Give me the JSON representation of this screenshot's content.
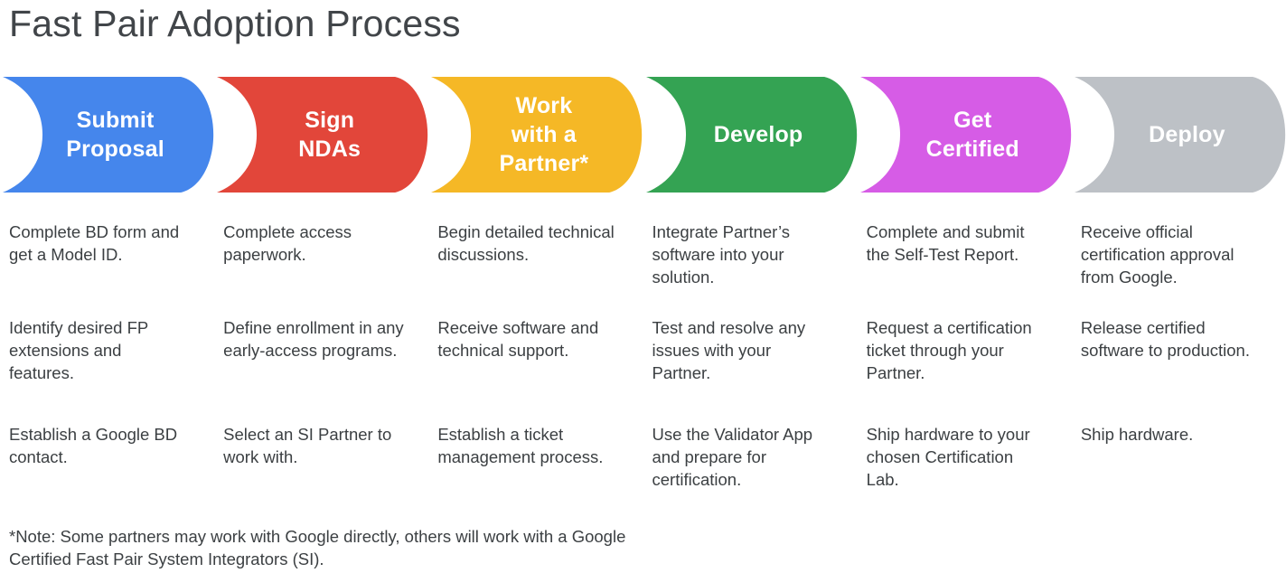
{
  "title": "Fast Pair Adoption Process",
  "colors": {
    "title_text": "#414549",
    "body_text": "#3C4043",
    "stage_label_text": "#FFFFFF",
    "stage_blue": "#4586EC",
    "stage_red": "#E2463A",
    "stage_yellow": "#F5B826",
    "stage_green": "#34A353",
    "stage_magenta": "#D65CE6",
    "stage_gray": "#BDC1C6"
  },
  "stages": [
    {
      "label": "Submit\nProposal",
      "color": "#4586EC",
      "items": [
        "Complete BD form and get a Model ID.",
        "Identify desired FP extensions and features.",
        "Establish a Google BD contact."
      ]
    },
    {
      "label": "Sign\nNDAs",
      "color": "#E2463A",
      "items": [
        "Complete access paperwork.",
        "Define enrollment in any early-access programs.",
        "Select an SI Partner to work with."
      ]
    },
    {
      "label": "Work\nwith a\nPartner*",
      "color": "#F5B826",
      "items": [
        "Begin detailed technical discussions.",
        "Receive software and technical support.",
        "Establish a ticket management process."
      ]
    },
    {
      "label": "Develop",
      "color": "#34A353",
      "items": [
        "Integrate Partner’s software into your solution.",
        "Test and resolve any issues with your Partner.",
        "Use the Validator App and prepare for certification."
      ]
    },
    {
      "label": "Get\nCertified",
      "color": "#D65CE6",
      "items": [
        "Complete and submit the Self-Test Report.",
        "Request a certification ticket through your Partner.",
        "Ship hardware to your chosen Certification Lab."
      ]
    },
    {
      "label": "Deploy",
      "color": "#BDC1C6",
      "items": [
        "Receive official certification approval from Google.",
        "Release certified software to production.",
        "Ship hardware."
      ]
    }
  ],
  "note": "*Note: Some partners may work with Google directly, others will work with a Google Certified Fast Pair System Integrators (SI)."
}
